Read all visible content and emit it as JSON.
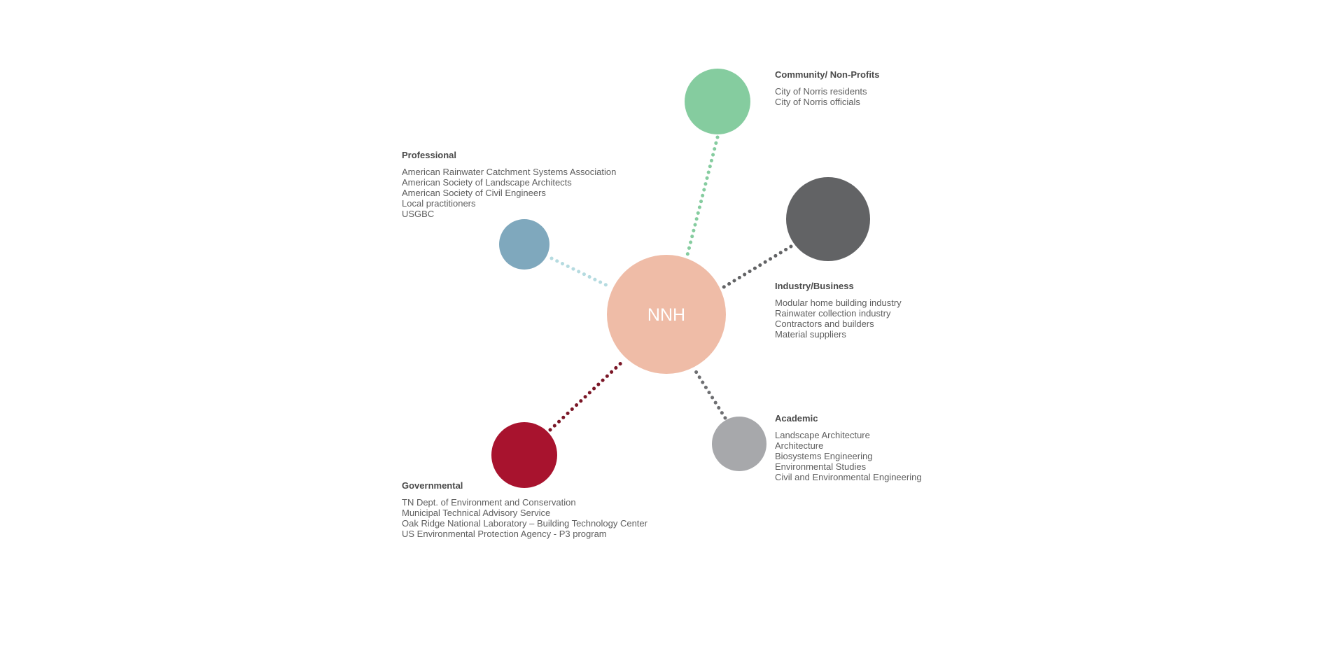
{
  "hub": {
    "label": "NNH",
    "color": "#efbca7"
  },
  "groups": [
    {
      "id": "community",
      "title": "Community/ Non-Profits",
      "color": "#85cc9f",
      "items": [
        "City of Norris residents",
        "City of Norris officials"
      ]
    },
    {
      "id": "professional",
      "title": "Professional",
      "color": "#7fa8bd",
      "link_color": "#b5dbe0",
      "items": [
        "American Rainwater Catchment Systems Association",
        "American Society of Landscape Architects",
        "American Society of Civil Engineers",
        "Local practitioners",
        "USGBC"
      ]
    },
    {
      "id": "industry",
      "title": "Industry/Business",
      "color": "#626365",
      "items": [
        "Modular home building industry",
        "Rainwater collection industry",
        "Contractors and builders",
        "Material suppliers"
      ]
    },
    {
      "id": "academic",
      "title": "Academic",
      "color": "#a7a8ab",
      "link_color": "#6e6f72",
      "items": [
        "Landscape Architecture",
        "Architecture",
        "Biosystems Engineering",
        "Environmental Studies",
        "Civil and Environmental Engineering"
      ]
    },
    {
      "id": "governmental",
      "title": "Governmental",
      "color": "#a8132e",
      "link_color": "#7a1626",
      "items": [
        "TN Dept. of Environment and Conservation",
        "Municipal Technical Advisory Service",
        "Oak Ridge National Laboratory – Building Technology Center",
        "US Environmental Protection Agency - P3 program"
      ]
    }
  ]
}
